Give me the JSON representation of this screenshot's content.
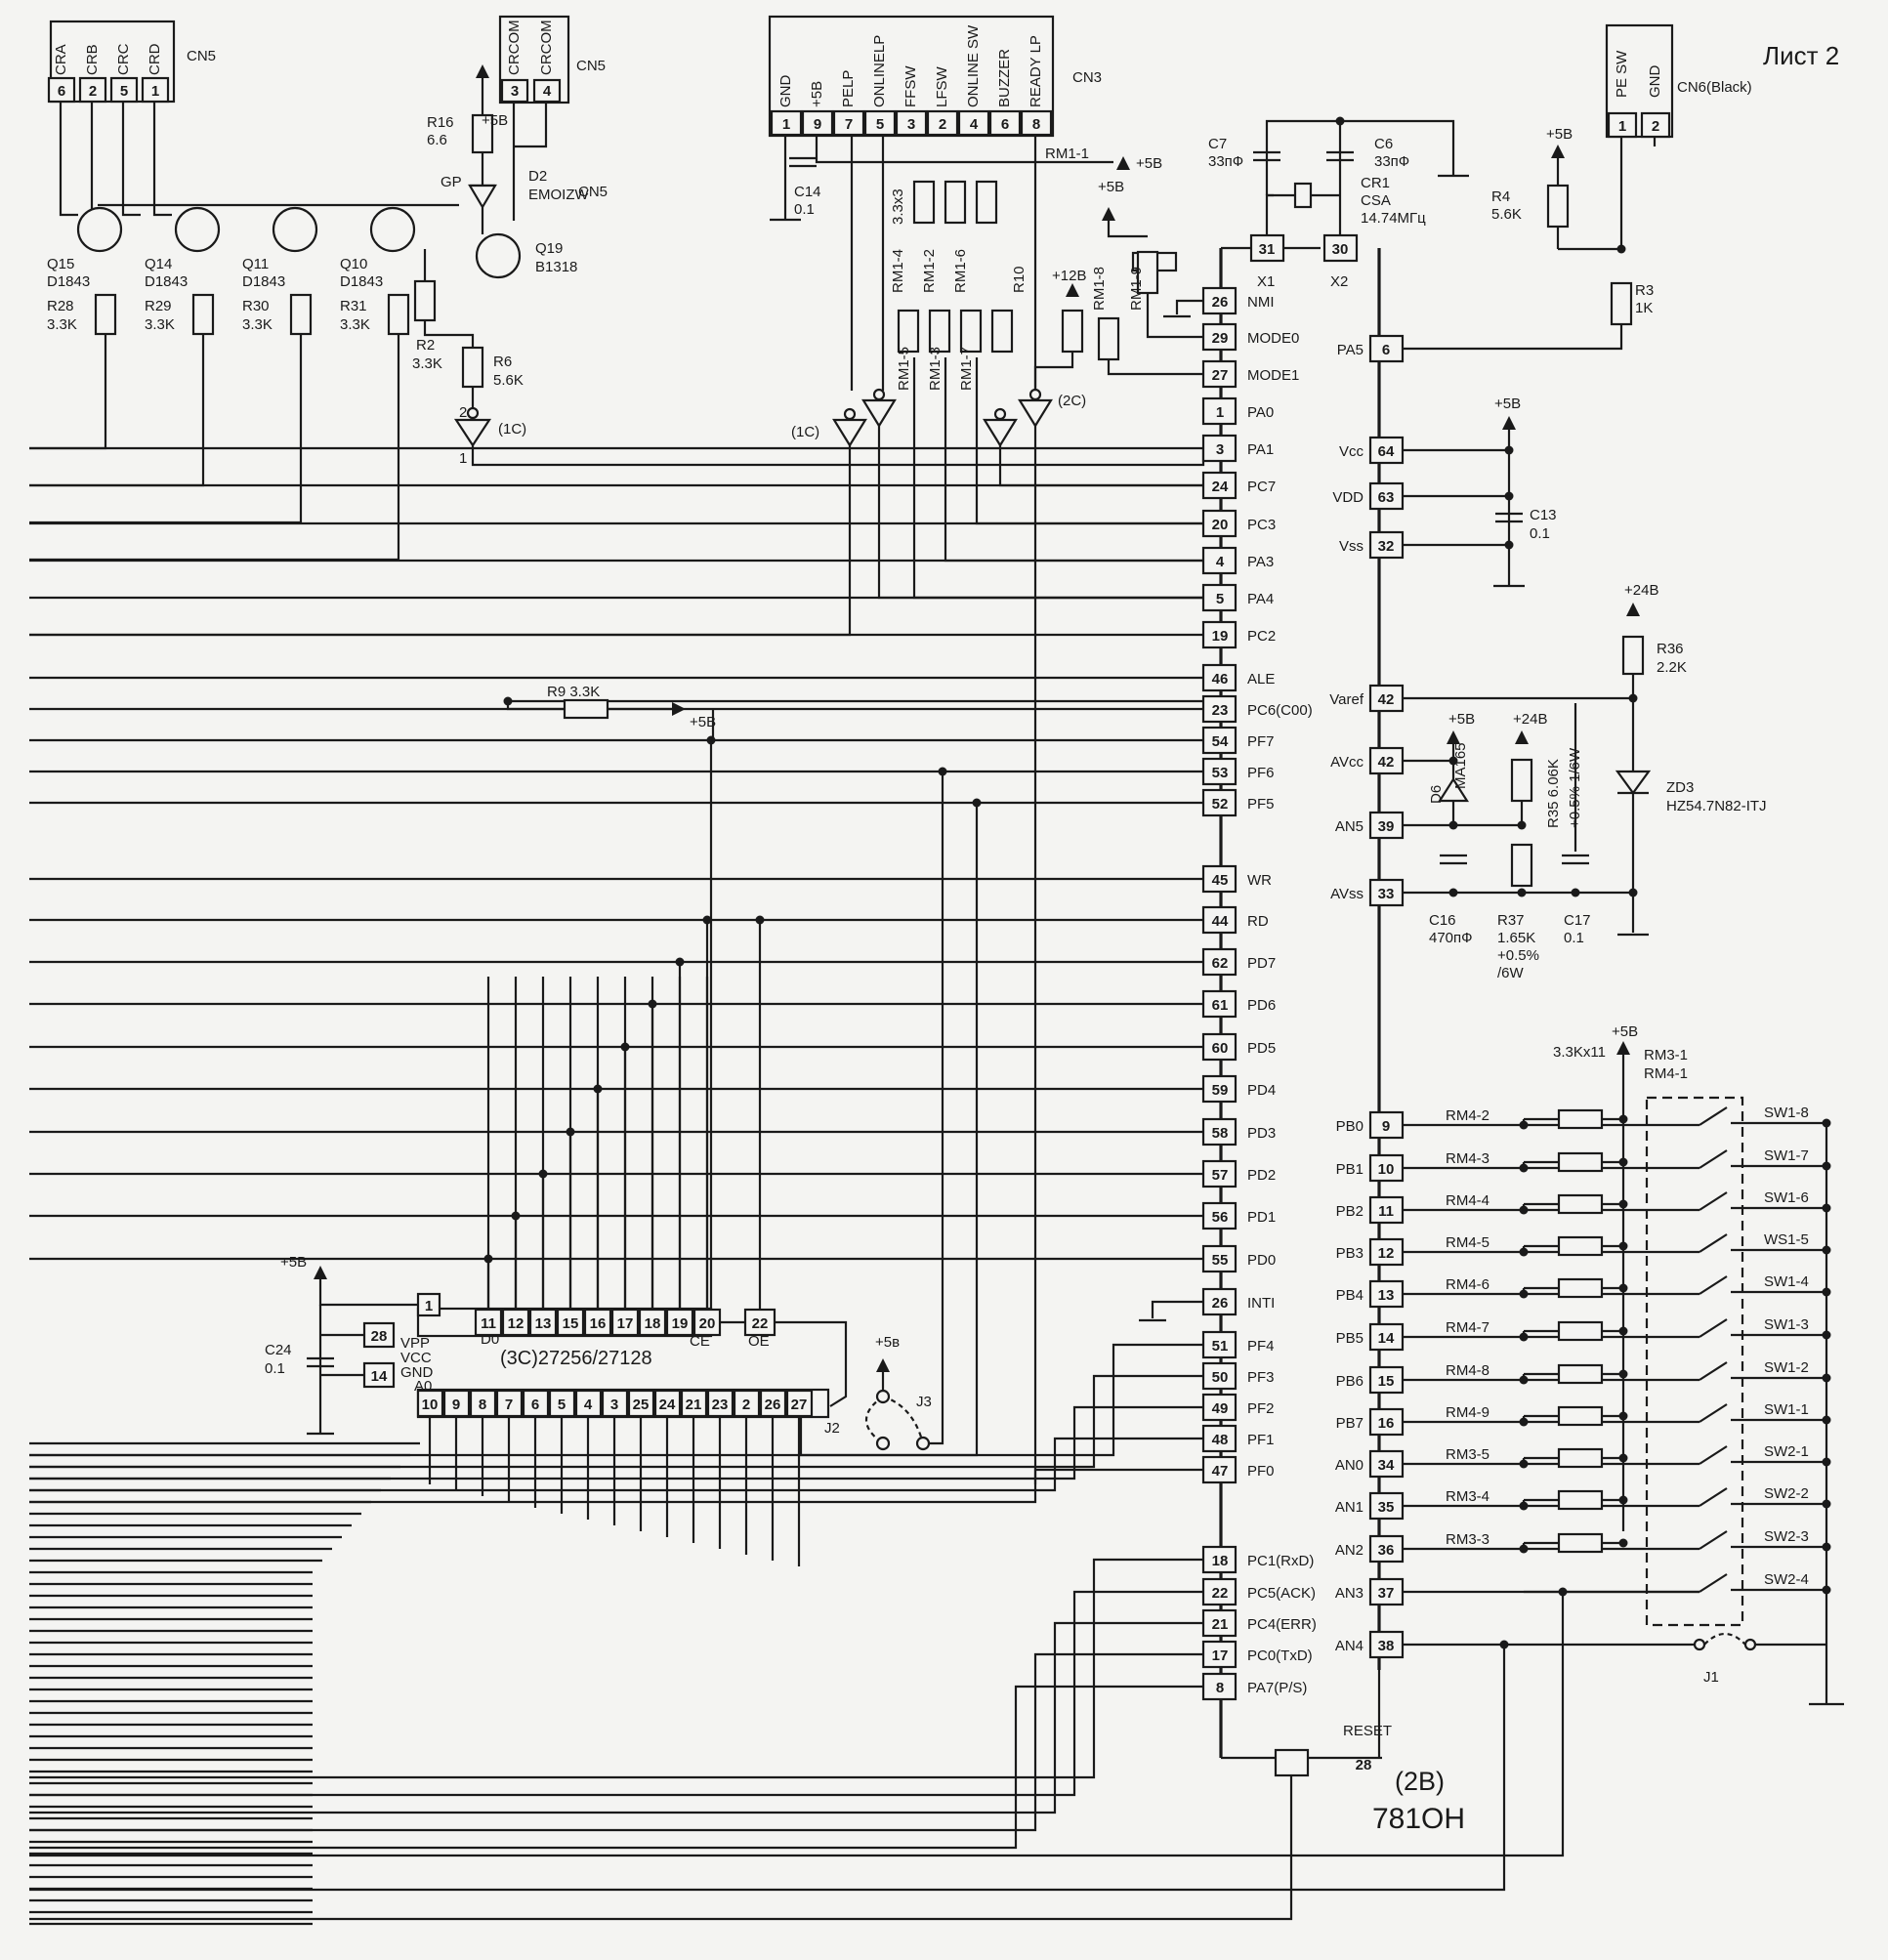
{
  "sheet_title": "Лист 2",
  "ic_main": {
    "designator": "(2B)",
    "part": "781OH"
  },
  "ic_rom": {
    "designator": "(3C)27256/27128",
    "vpp": "VPP",
    "vcc": "VCC",
    "gnd": "GND",
    "d0": "D0",
    "a0": "A0",
    "ce": "CE",
    "oe": "OE"
  },
  "left_pins": [
    {
      "num": "26",
      "name": "NMI"
    },
    {
      "num": "29",
      "name": "MODE0"
    },
    {
      "num": "27",
      "name": "MODE1"
    },
    {
      "num": "1",
      "name": "PA0"
    },
    {
      "num": "3",
      "name": "PA1"
    },
    {
      "num": "24",
      "name": "PC7"
    },
    {
      "num": "20",
      "name": "PC3"
    },
    {
      "num": "4",
      "name": "PA3"
    },
    {
      "num": "5",
      "name": "PA4"
    },
    {
      "num": "19",
      "name": "PC2"
    },
    {
      "num": "46",
      "name": "ALE"
    },
    {
      "num": "23",
      "name": "PC6(C00)"
    },
    {
      "num": "54",
      "name": "PF7"
    },
    {
      "num": "53",
      "name": "PF6"
    },
    {
      "num": "52",
      "name": "PF5"
    },
    {
      "num": "45",
      "name": "WR"
    },
    {
      "num": "44",
      "name": "RD"
    },
    {
      "num": "62",
      "name": "PD7"
    },
    {
      "num": "61",
      "name": "PD6"
    },
    {
      "num": "60",
      "name": "PD5"
    },
    {
      "num": "59",
      "name": "PD4"
    },
    {
      "num": "58",
      "name": "PD3"
    },
    {
      "num": "57",
      "name": "PD2"
    },
    {
      "num": "56",
      "name": "PD1"
    },
    {
      "num": "55",
      "name": "PD0"
    },
    {
      "num": "26",
      "name": "INTI"
    },
    {
      "num": "51",
      "name": "PF4"
    },
    {
      "num": "50",
      "name": "PF3"
    },
    {
      "num": "49",
      "name": "PF2"
    },
    {
      "num": "48",
      "name": "PF1"
    },
    {
      "num": "47",
      "name": "PF0"
    },
    {
      "num": "18",
      "name": "PC1(RxD)"
    },
    {
      "num": "22",
      "name": "PC5(ACK)"
    },
    {
      "num": "21",
      "name": "PC4(ERR)"
    },
    {
      "num": "17",
      "name": "PC0(TxD)"
    },
    {
      "num": "8",
      "name": "PA7(P/S)"
    }
  ],
  "right_pins": [
    {
      "num": "6",
      "name": "PA5"
    },
    {
      "num": "64",
      "name": "Vcc"
    },
    {
      "num": "63",
      "name": "VDD"
    },
    {
      "num": "32",
      "name": "Vss"
    },
    {
      "num": "42",
      "name": "Varef"
    },
    {
      "num": "42",
      "name": "AVcc"
    },
    {
      "num": "39",
      "name": "AN5"
    },
    {
      "num": "33",
      "name": "AVss"
    },
    {
      "num": "9",
      "name": "PB0"
    },
    {
      "num": "10",
      "name": "PB1"
    },
    {
      "num": "11",
      "name": "PB2"
    },
    {
      "num": "12",
      "name": "PB3"
    },
    {
      "num": "13",
      "name": "PB4"
    },
    {
      "num": "14",
      "name": "PB5"
    },
    {
      "num": "15",
      "name": "PB6"
    },
    {
      "num": "16",
      "name": "PB7"
    },
    {
      "num": "34",
      "name": "AN0"
    },
    {
      "num": "35",
      "name": "AN1"
    },
    {
      "num": "36",
      "name": "AN2"
    },
    {
      "num": "37",
      "name": "AN3"
    },
    {
      "num": "38",
      "name": "AN4"
    }
  ],
  "top_pins": [
    {
      "num": "31",
      "name": "X1"
    },
    {
      "num": "30",
      "name": "X2"
    }
  ],
  "reset": {
    "num": "28",
    "name": "RESET"
  },
  "switch_rows": [
    {
      "res": "RM4-2",
      "sw": "SW1-8"
    },
    {
      "res": "RM4-3",
      "sw": "SW1-7"
    },
    {
      "res": "RM4-4",
      "sw": "SW1-6"
    },
    {
      "res": "RM4-5",
      "sw": "WS1-5"
    },
    {
      "res": "RM4-6",
      "sw": "SW1-4"
    },
    {
      "res": "RM4-7",
      "sw": "SW1-3"
    },
    {
      "res": "RM4-8",
      "sw": "SW1-2"
    },
    {
      "res": "RM4-9",
      "sw": "SW1-1"
    },
    {
      "res": "RM3-5",
      "sw": "SW2-1"
    },
    {
      "res": "RM3-4",
      "sw": "SW2-2"
    },
    {
      "res": "RM3-3",
      "sw": "SW2-3"
    },
    {
      "res": "",
      "sw": "SW2-4"
    }
  ],
  "switch_net": {
    "pullup": "3.3Kx11",
    "supply": "+5B",
    "rm_a": "RM3-1",
    "rm_b": "RM4-1",
    "jumper": "J1"
  },
  "cn5_a": {
    "name": "CN5",
    "pins": [
      {
        "label": "CRA",
        "num": "6"
      },
      {
        "label": "CRB",
        "num": "2"
      },
      {
        "label": "CRC",
        "num": "5"
      },
      {
        "label": "CRD",
        "num": "1"
      }
    ]
  },
  "cn5_b": {
    "name": "CN5",
    "pins": [
      {
        "label": "CRCOM",
        "num": "3"
      },
      {
        "label": "CRCOM",
        "num": "4"
      }
    ]
  },
  "cn3": {
    "name": "CN3",
    "pins": [
      {
        "label": "GND",
        "num": "1"
      },
      {
        "label": "+5B",
        "num": "9"
      },
      {
        "label": "PELP",
        "num": "7"
      },
      {
        "label": "ONLINELP",
        "num": "5"
      },
      {
        "label": "FFSW",
        "num": "3"
      },
      {
        "label": "LFSW",
        "num": "2"
      },
      {
        "label": "ONLINE SW",
        "num": "4"
      },
      {
        "label": "BUZZER",
        "num": "6"
      },
      {
        "label": "READY LP",
        "num": "8"
      }
    ]
  },
  "cn6": {
    "name": "CN6(Black)",
    "pins": [
      {
        "label": "PE SW",
        "num": "1"
      },
      {
        "label": "GND",
        "num": "2"
      }
    ]
  },
  "transistors": [
    {
      "ref": "Q15",
      "part": "D1843",
      "r": "R28",
      "rv": "3.3K"
    },
    {
      "ref": "Q14",
      "part": "D1843",
      "r": "R29",
      "rv": "3.3K"
    },
    {
      "ref": "Q11",
      "part": "D1843",
      "r": "R30",
      "rv": "3.3K"
    },
    {
      "ref": "Q10",
      "part": "D1843",
      "r": "R31",
      "rv": "3.3K"
    }
  ],
  "parts": {
    "r16": "R16",
    "r16v": "6.6",
    "d2": "D2",
    "d2v": "EMOIZW",
    "gp": "GP",
    "q19": "Q19",
    "q19v": "B1318",
    "r2": "R2",
    "r2v": "3.3K",
    "r6": "R6",
    "r6v": "5.6K",
    "c14": "C14",
    "c14v": "0.1",
    "rm11": "RM1-1",
    "rm14": "RM1-4",
    "rm14v": "3.3x3",
    "rm12": "RM1-2",
    "rm16": "RM1-6",
    "r10": "R10",
    "rm15": "RM1-5",
    "rm13": "RM1-3",
    "rm17": "RM1-7",
    "rm18": "RM1-8",
    "rm19": "RM1-9",
    "p12": "+12B",
    "c7": "C7",
    "c7v": "33пФ",
    "c6": "C6",
    "c6v": "33пФ",
    "cr1": "CR1",
    "cr1p": "CSA",
    "cr1v": "14.74МГц",
    "r4": "R4",
    "r4v": "5.6K",
    "r3": "R3",
    "r3v": "1K",
    "c13": "C13",
    "c13v": "0.1",
    "r36": "R36",
    "r36v": "2.2K",
    "zd3": "ZD3",
    "zd3v": "HZ54.7N82-ITJ",
    "d6": "D6",
    "d6v": "MA165",
    "r35": "R35 6.06K",
    "r35v": "+0.5% 1/6W",
    "c16": "C16",
    "c16v": "470пФ",
    "r37": "R37",
    "r37v": "1.65K",
    "r37t": "+0.5%",
    "r37w": "/6W",
    "c17": "C17",
    "c17v": "0.1",
    "r9": "R9 3.3K",
    "c24": "C24",
    "c24v": "0.1",
    "j2": "J2",
    "j3": "J3",
    "p5a": "+5в",
    "p5": "+5B",
    "p24": "+24B",
    "g1c": "(1C)",
    "g2c": "(2C)"
  }
}
